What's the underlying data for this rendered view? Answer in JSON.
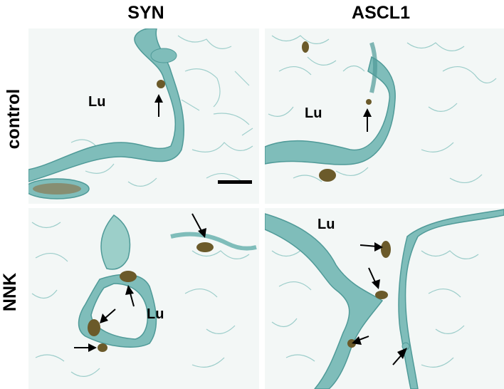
{
  "columns": {
    "left": "SYN",
    "right": "ASCL1"
  },
  "rows": {
    "top": "control",
    "bottom": "NNK"
  },
  "lumen_label": "Lu",
  "colors": {
    "tissue": "#7fbdba",
    "tissue_dark": "#4f9a98",
    "stain": "#6b5a2a",
    "background": "#f3f7f6"
  }
}
